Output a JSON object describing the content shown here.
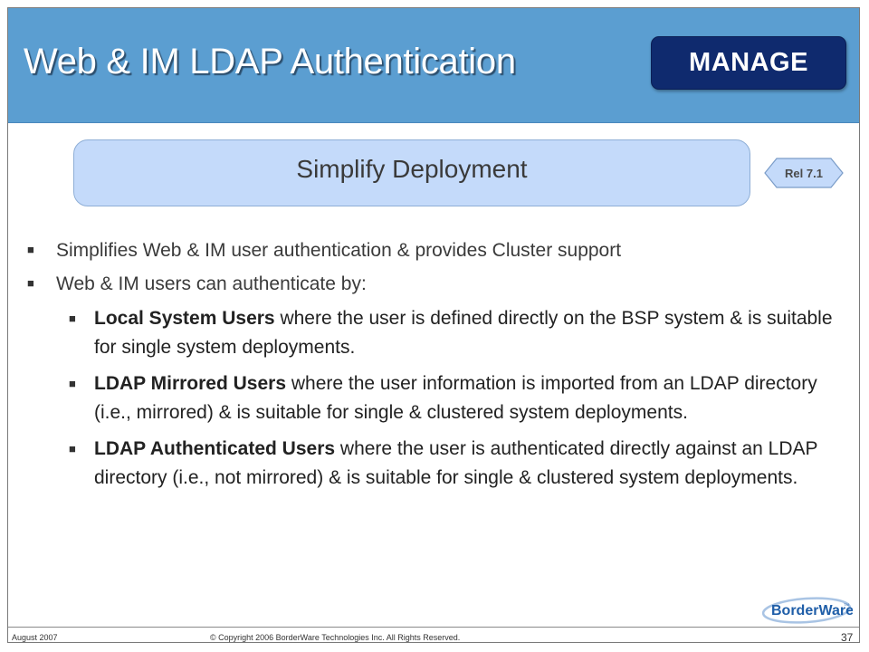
{
  "header": {
    "title": "Web & IM LDAP Authentication",
    "badge": "MANAGE"
  },
  "subtitle": "Simplify Deployment",
  "release_badge": "Rel 7.1",
  "bullets": [
    {
      "text": "Simplifies Web & IM user authentication & provides Cluster support"
    },
    {
      "text": "Web & IM users can authenticate by:"
    }
  ],
  "sub_bullets": [
    {
      "term": "Local System Users",
      "text": " where the user is defined directly on the BSP system & is suitable for single system deployments."
    },
    {
      "term": "LDAP Mirrored Users",
      "text": " where the user information is imported from an LDAP directory (i.e., mirrored) & is suitable for single & clustered system deployments."
    },
    {
      "term": "LDAP Authenticated Users",
      "text": " where the user is authenticated directly against an LDAP directory (i.e., not mirrored) & is suitable for single & clustered system deployments."
    }
  ],
  "footer": {
    "date": "August 2007",
    "copyright": "© Copyright 2006 BorderWare Technologies Inc. All Rights Reserved.",
    "page": "37"
  },
  "logo": {
    "text": "BorderWare",
    "mark": "TM"
  },
  "colors": {
    "header_bg": "#5b9ed1",
    "badge_bg": "#0f2a6e",
    "subtitle_bg": "#c4dafa",
    "logo_blue": "#1f5ea8"
  }
}
